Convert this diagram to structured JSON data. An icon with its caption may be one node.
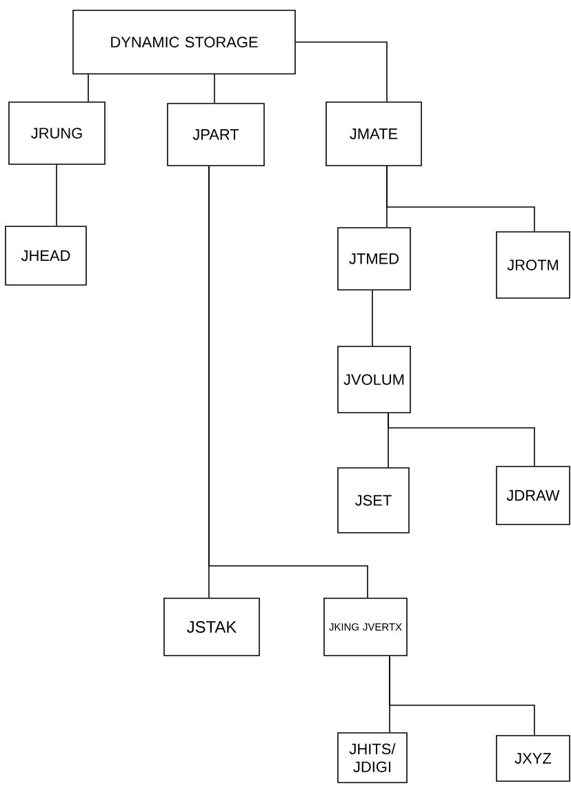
{
  "diagram": {
    "nodes": [
      {
        "text": [
          "DYNAMIC STORAGE"
        ]
      },
      {
        "text": [
          "JRUNG"
        ]
      },
      {
        "text": [
          "JPART"
        ]
      },
      {
        "text": [
          "JMATE"
        ]
      },
      {
        "text": [
          "JHEAD"
        ]
      },
      {
        "text": [
          "JTMED"
        ]
      },
      {
        "text": [
          "JROTM"
        ]
      },
      {
        "text": [
          "JVOLUM"
        ]
      },
      {
        "text": [
          "JSET"
        ]
      },
      {
        "text": [
          "JDRAW"
        ]
      },
      {
        "text": [
          "JSTAK"
        ]
      },
      {
        "text": [
          "JKING JVERTX"
        ]
      },
      {
        "text": [
          "JHITS/ JDIGI"
        ]
      },
      {
        "text": [
          "JXYZ"
        ]
      }
    ],
    "edges": [
      {
        "from": 0,
        "to": 1,
        "arrow": "none"
      },
      {
        "from": 0,
        "to": 2,
        "arrow": "none"
      },
      {
        "from": 0,
        "to": 3,
        "arrow": "none"
      },
      {
        "from": 1,
        "to": 4,
        "arrow": "none"
      },
      {
        "from": 3,
        "to": 5,
        "arrow": "none"
      },
      {
        "from": 3,
        "to": 6,
        "arrow": "none"
      },
      {
        "from": 5,
        "to": 7,
        "arrow": "none"
      },
      {
        "from": 7,
        "to": 8,
        "arrow": "none"
      },
      {
        "from": 7,
        "to": 9,
        "arrow": "none"
      },
      {
        "from": 2,
        "to": 10,
        "arrow": "none"
      },
      {
        "from": 2,
        "to": 11,
        "arrow": "none"
      },
      {
        "from": 11,
        "to": 12,
        "arrow": "none"
      },
      {
        "from": 11,
        "to": 13,
        "arrow": "none"
      }
    ]
  }
}
